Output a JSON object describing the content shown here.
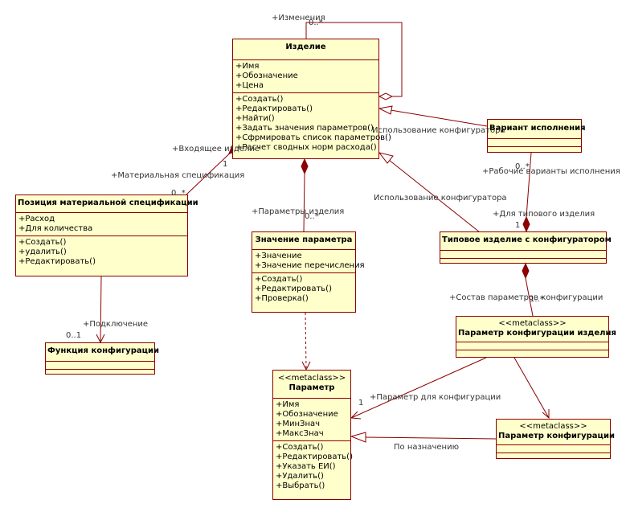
{
  "classes": {
    "izdelie": {
      "name": "Изделие",
      "attrs": [
        "+Имя",
        "+Обозначение",
        "+Цена"
      ],
      "ops": [
        "+Создать()",
        "+Редактировать()",
        "+Найти()",
        "+Задать значения параметров()",
        "+Сфрмировать список параметров()",
        "+Расчет сводных норм расхода()"
      ]
    },
    "variant": {
      "name": "Вариант исполнения"
    },
    "pozitsiya": {
      "name": "Позиция материальной спецификации",
      "attrs": [
        "+Расход",
        "+Для количества"
      ],
      "ops": [
        "+Создать()",
        "+удалить()",
        "+Редактировать()"
      ]
    },
    "znachenie": {
      "name": "Значение параметра",
      "attrs": [
        "+Значение",
        "+Значение перечисления"
      ],
      "ops": [
        "+Создать()",
        "+Редактировать()",
        "+Проверка()"
      ]
    },
    "tipovoe": {
      "name": "Типовое изделие с конфигуратором"
    },
    "funktsiya": {
      "name": "Функция конфигурации"
    },
    "param_konf_izd": {
      "stereotype": "<<metaclass>>",
      "name": "Параметр конфигурации изделия"
    },
    "parametr": {
      "stereotype": "<<metaclass>>",
      "name": "Параметр",
      "attrs": [
        "+Имя",
        "+Обозначение",
        "+МинЗнач",
        "+МаксЗнач"
      ],
      "ops": [
        "+Создать()",
        "+Редактировать()",
        "+Указать ЕИ()",
        "+Удалить()",
        "+Выбрать()"
      ]
    },
    "param_konf": {
      "stereotype": "<<metaclass>>",
      "name": "Параметр конфигурации"
    }
  },
  "labels": {
    "izmeneniya": "+Изменения",
    "izmeneniya_mult": "0..*",
    "ispolz_konf_1": "Использование конфигуратора",
    "vkhodyashchee": "+Входящее изделие",
    "vkhodyashchee_mult": "1",
    "mat_spec": "+Материальная спецификация",
    "mat_spec_mult": "0..*",
    "rabochie_var": "+Рабочие варианты исполнения",
    "rabochie_mult": "0..*",
    "ispolz_konf_2": "Использование конфигуратора",
    "dlya_tipovogo": "+Для типового изделия",
    "dlya_tipovogo_mult": "1",
    "parametry_izd": "+Параметры изделия",
    "parametry_mult": "0..*",
    "sostav_param": "+Состав параметров конфигурации",
    "sostav_mult": "1..*",
    "podklyuchenie": "+Подключение",
    "podklyuchenie_mult": "0..1",
    "param_dlya_konf": "+Параметр для конфигурации",
    "param_dlya_mult": "1",
    "po_naznacheniyu": "По назначению"
  },
  "colors": {
    "line": "#8b0000",
    "fill": "#ffffcc"
  }
}
